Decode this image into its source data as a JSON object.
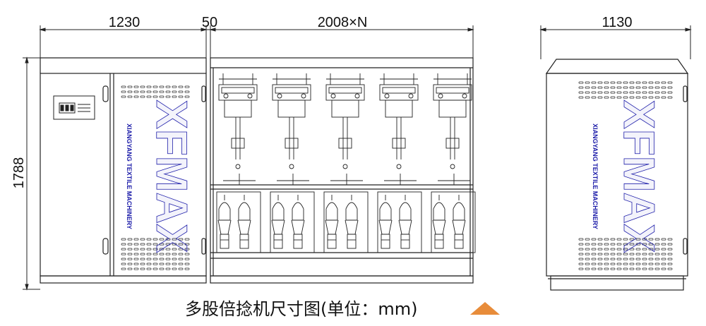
{
  "dimensions": {
    "control_cabinet_width": "1230",
    "gap": "50",
    "unit_spacing": "2008×N",
    "side_depth": "1130",
    "height": "1788"
  },
  "brand": {
    "logo": "XFMAX",
    "tagline": "XIANGYANG TEXTILE MACHINERY"
  },
  "caption": "多股倍捻机尺寸图(单位：mm)",
  "colors": {
    "line": "#222222",
    "brand_blue": "#1a1aa8",
    "marker": "#e88c3a"
  },
  "spindle_units": 5
}
